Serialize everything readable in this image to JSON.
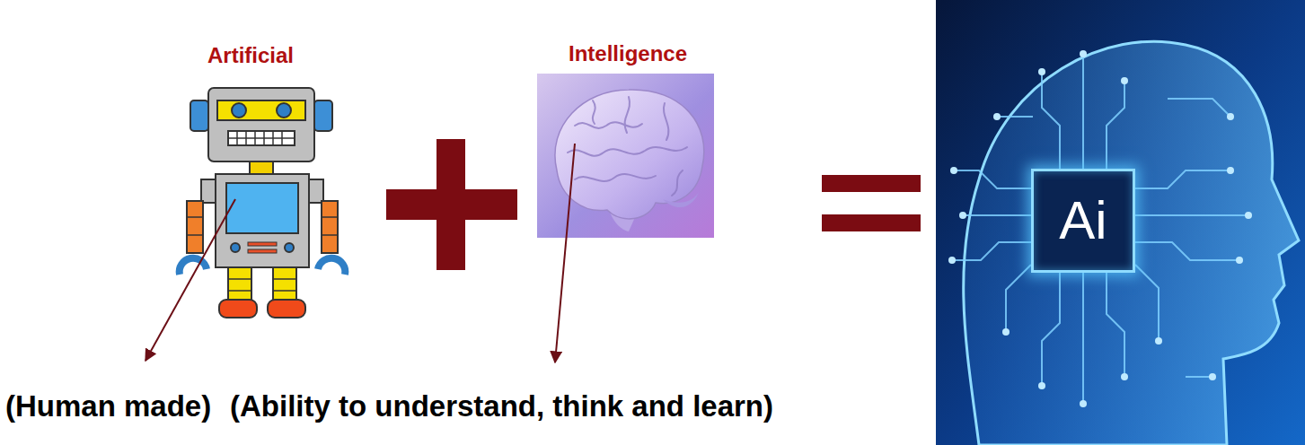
{
  "diagram": {
    "nodes": [
      {
        "text": [
          "Ai"
        ]
      }
    ],
    "labels": [
      "Artificial",
      "Intelligence",
      "(Human made)",
      "(Ability to understand, think and learn)"
    ]
  }
}
